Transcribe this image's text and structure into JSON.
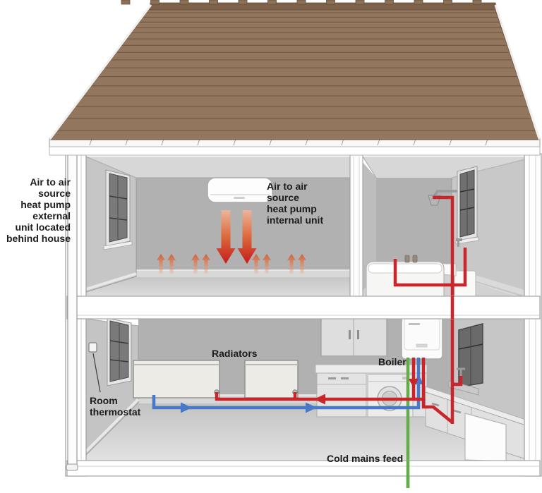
{
  "diagram": {
    "type": "house-heating-system-cutaway",
    "labels": {
      "external_unit": "Air to air\nsource\nheat pump\nexternal\nunit located\nbehind house",
      "internal_unit": "Air to air\nsource\nheat pump\ninternal unit",
      "radiators": "Radiators",
      "room_thermostat": "Room\nthermostat",
      "boiler": "Boiler",
      "cold_mains": "Cold mains feed"
    },
    "colors": {
      "hot_water_pipe": "#c9252b",
      "return_water_pipe": "#4878c8",
      "cold_mains_pipe": "#63ad4a",
      "roof_tiles": "#92765d",
      "warm_air_arrows": "#c41b1b",
      "rising_warm_air_arrows": "#d4734a",
      "wall": "#b1b1b1",
      "label_text": "#1c1c1c"
    },
    "components": [
      "roof",
      "gutter-downpipe",
      "heat-pump-internal-unit",
      "warm-air-down-arrows",
      "warm-air-rise-arrows",
      "bathroom-shower",
      "bathtub",
      "wash-basin",
      "radiator",
      "room-thermostat",
      "boiler",
      "kitchen-wall-cabinet",
      "kitchen-counter",
      "washing-machine",
      "kitchen-sink",
      "hot-pipes",
      "return-pipes",
      "cold-mains-pipe"
    ]
  }
}
